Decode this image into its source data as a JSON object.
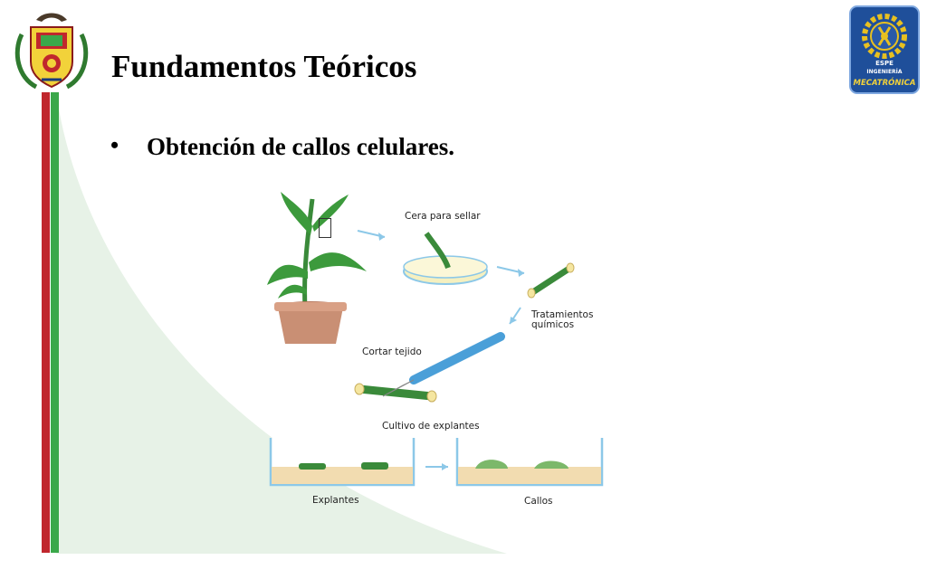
{
  "slide": {
    "title": "Fundamentos Teóricos",
    "bullet": "Obtención de callos celulares.",
    "left_logo": "university-crest-icon",
    "right_logo": "espe-mecatronica-gear-icon",
    "right_logo_text": [
      "ESPE",
      "INGENIERÍA",
      "MECATRÓNICA"
    ]
  },
  "diagram": {
    "labels": {
      "wax": "Cera para sellar",
      "chem1": "Tratamientos",
      "chem2": "químicos",
      "cut": "Cortar tejido",
      "culture": "Cultivo de explantes",
      "explants": "Explantes",
      "callus": "Callos"
    }
  },
  "colors": {
    "red_stripe": "#c0272d",
    "green_stripe": "#3aa84a",
    "bg_curve": "#e6f2e6",
    "arrow": "#8cc8e8",
    "plant_green": "#3a8a3a",
    "pot": "#c98f74"
  }
}
